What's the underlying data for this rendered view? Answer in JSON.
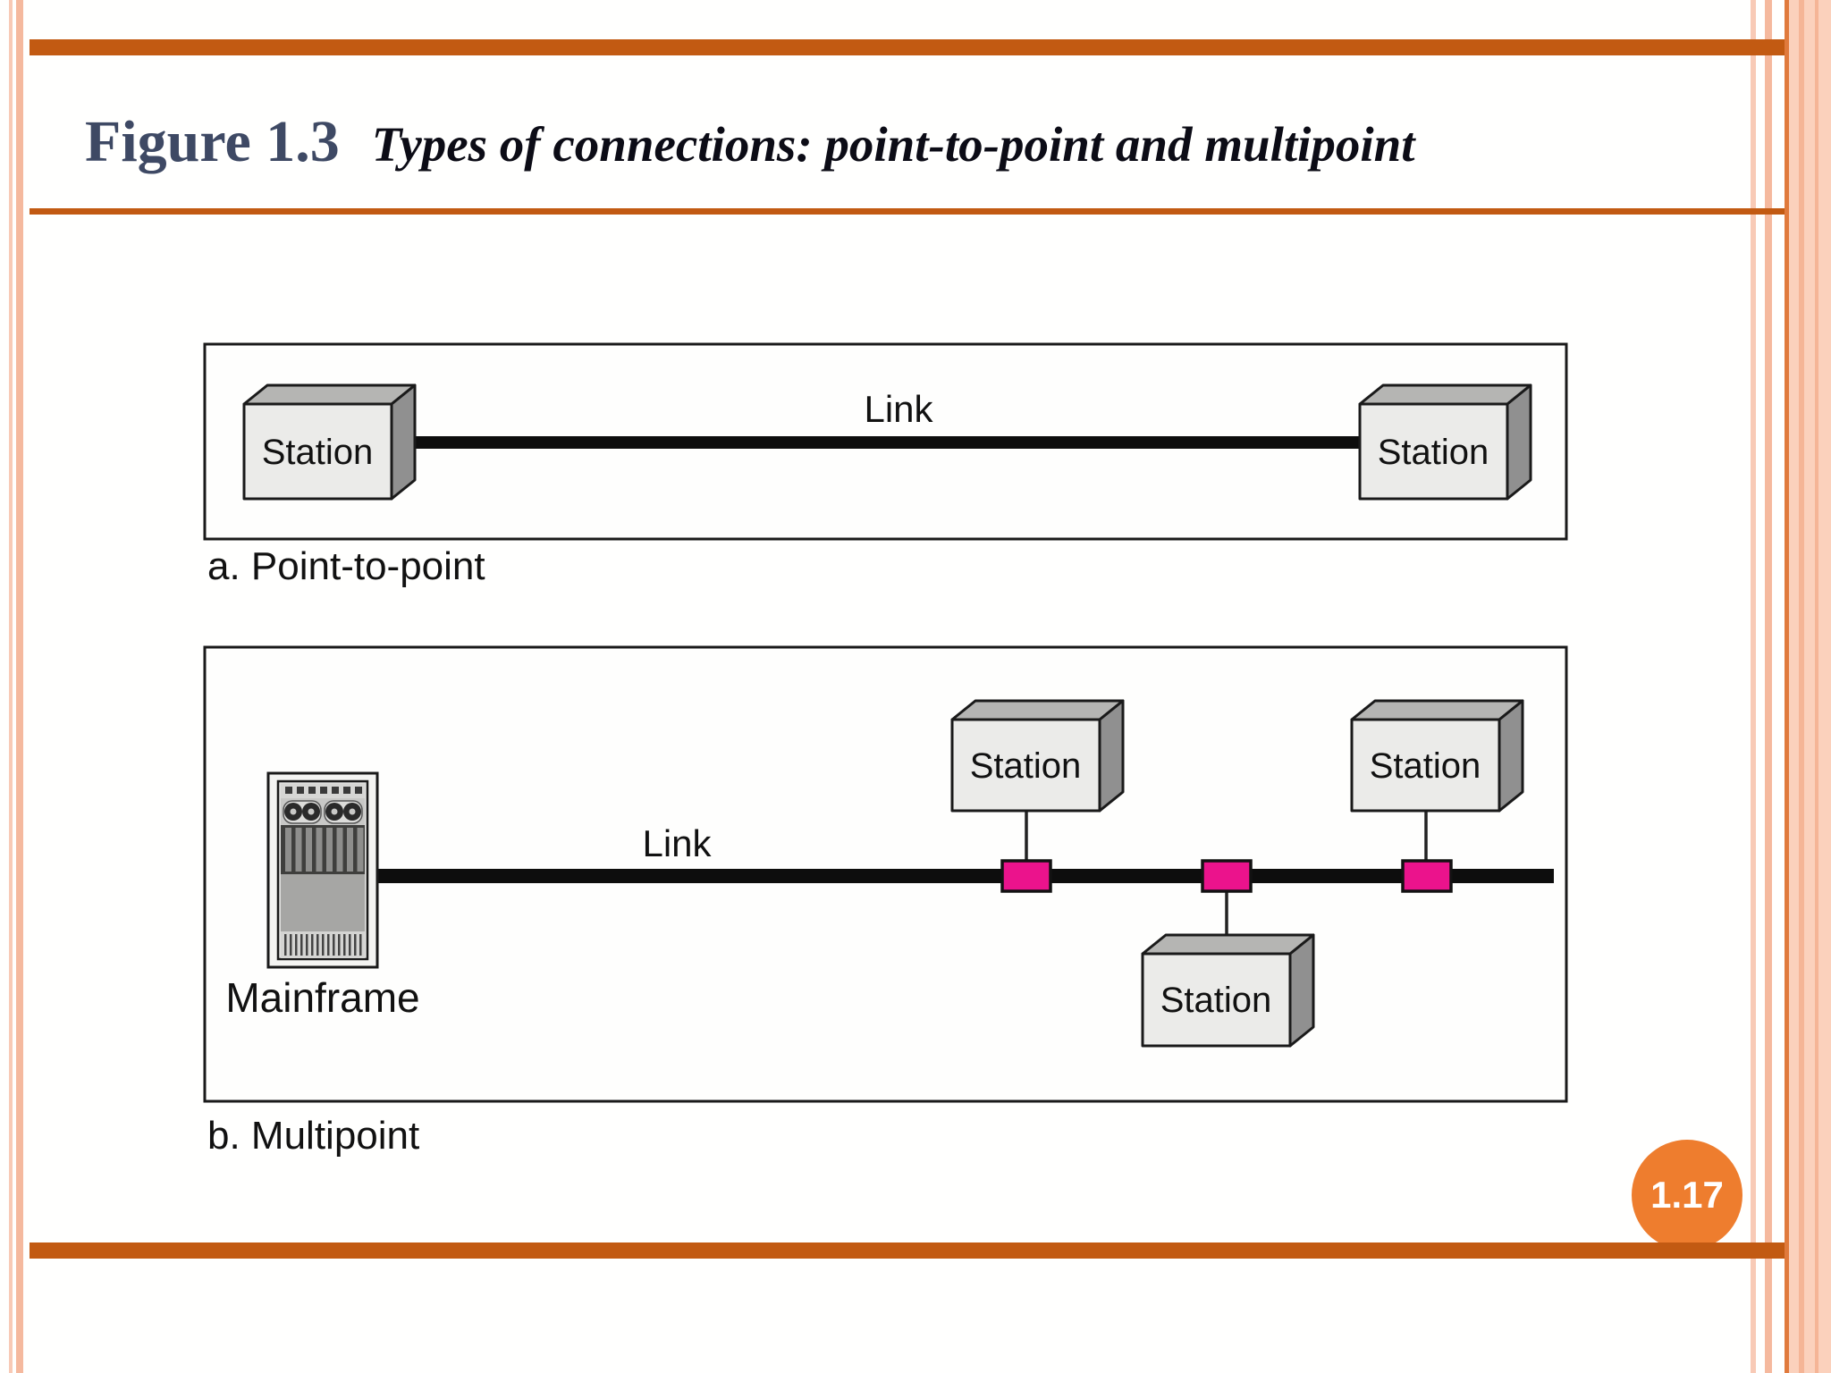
{
  "slide": {
    "figure_label": "Figure 1.3",
    "figure_title": "Types of connections: point-to-point and multipoint",
    "page_number": "1.17"
  },
  "diagram_a": {
    "caption": "a. Point-to-point",
    "link_label": "Link",
    "stations": [
      "Station",
      "Station"
    ]
  },
  "diagram_b": {
    "caption": "b. Multipoint",
    "link_label": "Link",
    "mainframe_label": "Mainframe",
    "stations": [
      "Station",
      "Station",
      "Station"
    ]
  },
  "colors": {
    "accent_bar": "#c25a12",
    "edge_stripe": "#f5b99e",
    "side_band": "#fbd1bc",
    "band_edge_line": "#e07a3c",
    "page_badge": "#ee7d2e",
    "tap_pink": "#eb138c",
    "title_blue": "#3e4964",
    "box_front": "#ebebe9",
    "box_top": "#b5b5b3",
    "box_side": "#909090",
    "wire_black": "#0d0d0d"
  }
}
